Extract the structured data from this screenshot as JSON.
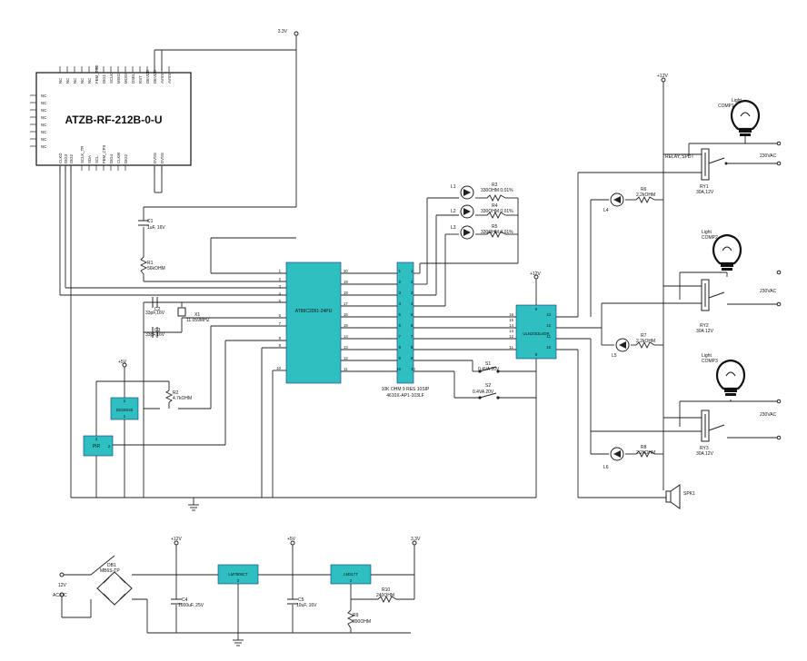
{
  "rf_module": {
    "name": "ATZB-RF-212B-0-U",
    "top_pins": [
      "NC",
      "NC",
      "NC",
      "NC",
      "NC",
      "FEM_CSD",
      "DIG1",
      "SCLK",
      "MISO",
      "MOSI",
      "DSEL",
      "RST",
      "DEVDD",
      "DEVDD",
      "AVSS",
      "AVSS"
    ],
    "left_pins": [
      "NC",
      "NC",
      "NC",
      "NC",
      "NC",
      "NC",
      "NC",
      "NC"
    ],
    "bottom_pins": [
      "CLKD",
      "DIG3",
      "DIG2",
      "SCLK_TR",
      "SDA",
      "SCL",
      "FEM_CPS",
      "DIG4",
      "CLKM",
      "DIG2",
      "DVSS",
      "DVSS"
    ]
  },
  "mcu": {
    "name": "AT89C2051-24PU",
    "left_pins": [
      "1",
      "2",
      "3",
      "4",
      "5",
      "6",
      "7",
      "8",
      "9",
      "10"
    ],
    "right_pins": [
      "20",
      "19",
      "18",
      "17",
      "16",
      "15",
      "14",
      "13",
      "12",
      "11"
    ]
  },
  "resnet": {
    "name": "10K OHM 9 RES 10SIP",
    "part": "4610X-AP1-103LF",
    "pins": [
      "1",
      "2",
      "3",
      "4",
      "5",
      "6",
      "7",
      "8",
      "9",
      "10"
    ]
  },
  "uln": {
    "name": "ULN2003LVDR",
    "left_pins": [
      "16",
      "15",
      "14",
      "13",
      "12",
      "11"
    ],
    "right_pins": [
      "13",
      "12",
      "11",
      "10"
    ],
    "top_pin": "9",
    "bottom_pin": "8"
  },
  "ds": {
    "name": "DS18S20",
    "pin_top": "2",
    "pin_bottom": "1"
  },
  "pir": {
    "name": "PIR",
    "pin_top": "3",
    "pin_right": "2"
  },
  "lm7805": {
    "name": "LM7805CT",
    "pin": "2"
  },
  "lm317": {
    "name": "LM317T",
    "pin": "2"
  },
  "rails": {
    "v33": "3.3V",
    "v5": "+5V",
    "v12": "+12V"
  },
  "components": {
    "c1": "C1",
    "c1v": "1uF, 16V",
    "r1": "R1",
    "r1v": "56kOHM",
    "c2": "C2",
    "c2v": "33pF,16V",
    "c3": "C3",
    "c3v": "33pF,16V",
    "x1": "X1",
    "x1v": "11.059MHZ",
    "r2": "R2",
    "r2v": "4.7kOHM",
    "r3": "R3",
    "r3v": "330OHM 0.01%",
    "r4": "R4",
    "r4v": "330OHM 0.01%",
    "r5": "R5",
    "r5v": "330OHM 0.01%",
    "l1": "L1",
    "l2": "L2",
    "l3": "L3",
    "s1": "S1",
    "s1v": "0.4VA 20V",
    "s2": "S2",
    "s2v": "0.4VA 20V",
    "r6": "R6",
    "r6v": "2.2kOHM",
    "l4": "L4",
    "r7": "R7",
    "r7v": "2.2kOHM",
    "l5": "L5",
    "r8": "R8",
    "r8v": "2.2kOHM",
    "l6": "L6",
    "ry1": "RY1",
    "ry1v": "30A,12V",
    "relay_label": "RELAY, SPDT",
    "ry2": "RY2",
    "ry2v": "30A 12V",
    "ry3": "RY3",
    "ry3v": "30A 12V",
    "light1": "Light",
    "comp1": "COMP1",
    "light2": "Light",
    "comp2": "COMP2",
    "light3": "Light",
    "comp3": "COMP3",
    "vac1": "230VAC",
    "vac2": "230VAC",
    "vac3": "230VAC",
    "spk": "SPK1",
    "db1": "DB1",
    "db1v": "MB6S-TP",
    "in12": "12V",
    "acdc": "AC/DC",
    "c4": "C4",
    "c4v": "1000uF, 25V",
    "c5": "C5",
    "c5v": "10uF, 16V",
    "r9": "R9",
    "r9v": "390OHM",
    "r10": "R10",
    "r10v": "240OHM"
  }
}
